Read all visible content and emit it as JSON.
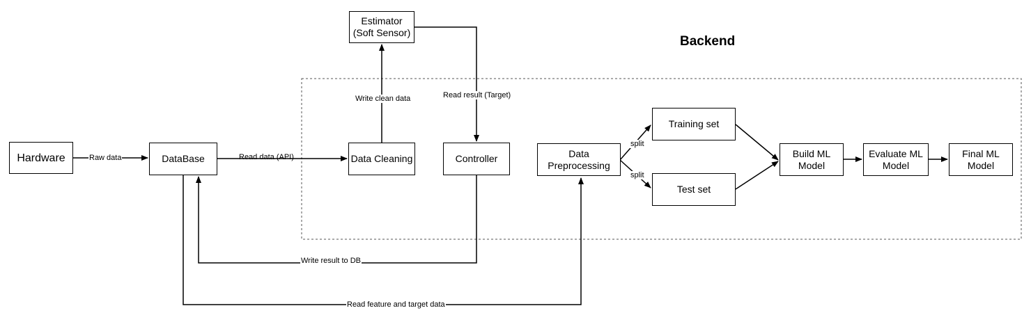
{
  "title": "Backend",
  "nodes": {
    "hardware": "Hardware",
    "database": "DataBase",
    "estimator": "Estimator\n(Soft Sensor)",
    "data_cleaning": "Data Cleaning",
    "controller": "Controller",
    "data_preprocessing": "Data\nPreprocessing",
    "training_set": "Training set",
    "test_set": "Test set",
    "build_ml_model": "Build ML\nModel",
    "evaluate_ml_model": "Evaluate ML\nModel",
    "final_ml_model": "Final ML\nModel"
  },
  "edges": {
    "raw_data": "Raw data",
    "read_data_api": "Read data (API)",
    "write_clean_data": "Write clean data",
    "read_result_target": "Read result (Target)",
    "write_result_to_db": "Write result to DB",
    "read_feature_target": "Read feature and target data",
    "split_top": "split",
    "split_bottom": "split"
  }
}
